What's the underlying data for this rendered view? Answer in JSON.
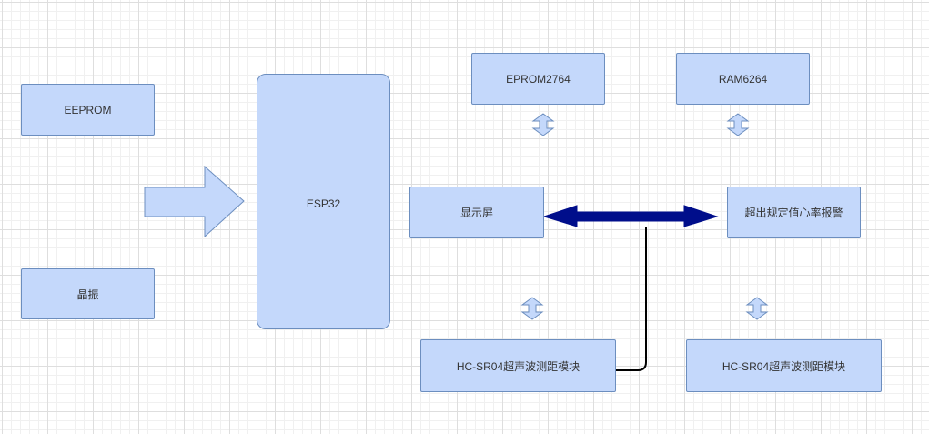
{
  "diagram": {
    "nodes": {
      "eeprom": "EEPROM",
      "crystal": "晶振",
      "esp32": "ESP32",
      "eprom2764": "EPROM2764",
      "ram6264": "RAM6264",
      "display": "显示屏",
      "alarm": "超出规定值心率报警",
      "hcsr04_left": "HC-SR04超声波测距模块",
      "hcsr04_right": "HC-SR04超声波测距模块"
    },
    "colors": {
      "node_fill": "#c4d8fb",
      "node_stroke": "#6c8ebf",
      "bus_arrow_fill": "#000e8b",
      "connector": "#000000"
    }
  }
}
